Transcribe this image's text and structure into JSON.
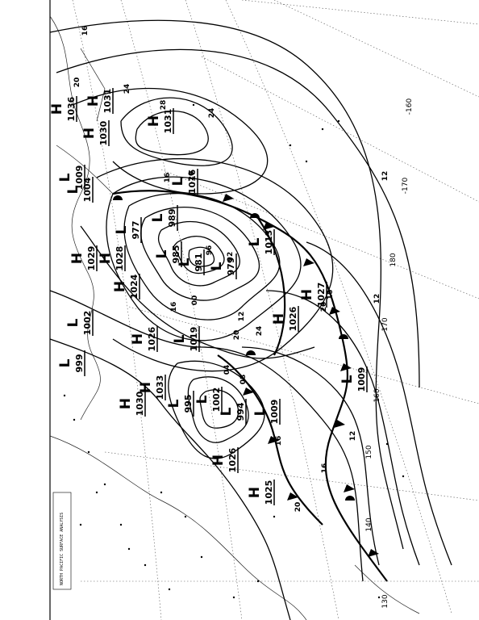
{
  "isobar_labels": [
    "16",
    "20",
    "24",
    "28",
    "24",
    "20",
    "16",
    "12",
    "12",
    "16",
    "20",
    "24",
    "20",
    "16",
    "12",
    "16",
    "20",
    "16",
    "12",
    "08",
    "04",
    "00",
    "96",
    "92"
  ],
  "pressure_centers": [
    {
      "type": "H",
      "value": "1031"
    },
    {
      "type": "H",
      "value": "1036"
    },
    {
      "type": "H",
      "value": "1031"
    },
    {
      "type": "H",
      "value": "1030"
    },
    {
      "type": "L",
      "value": "1009"
    },
    {
      "type": "L",
      "value": "1004"
    },
    {
      "type": "L",
      "value": "1016"
    },
    {
      "type": "L",
      "value": "989"
    },
    {
      "type": "L",
      "value": "985"
    },
    {
      "type": "L",
      "value": "977"
    },
    {
      "type": "L",
      "value": "981"
    },
    {
      "type": "L",
      "value": "979"
    },
    {
      "type": "L",
      "value": "1013"
    },
    {
      "type": "H",
      "value": "1029"
    },
    {
      "type": "H",
      "value": "1028"
    },
    {
      "type": "H",
      "value": "1024"
    },
    {
      "type": "L",
      "value": "1002"
    },
    {
      "type": "L",
      "value": "999"
    },
    {
      "type": "H",
      "value": "1026"
    },
    {
      "type": "L",
      "value": "1019"
    },
    {
      "type": "H",
      "value": "1026"
    },
    {
      "type": "H",
      "value": "1027"
    },
    {
      "type": "L",
      "value": "1009"
    },
    {
      "type": "H",
      "value": "1033"
    },
    {
      "type": "H",
      "value": "1030"
    },
    {
      "type": "L",
      "value": "995"
    },
    {
      "type": "L",
      "value": "1002"
    },
    {
      "type": "L",
      "value": "994"
    },
    {
      "type": "L",
      "value": "1009"
    },
    {
      "type": "H",
      "value": "1026"
    },
    {
      "type": "H",
      "value": "1025"
    }
  ],
  "lon_labels": [
    "-160",
    "-170",
    "180",
    "170",
    "160",
    "150",
    "140",
    "130"
  ],
  "caption": "NORTH PACIFIC SURFACE ANALYSIS"
}
